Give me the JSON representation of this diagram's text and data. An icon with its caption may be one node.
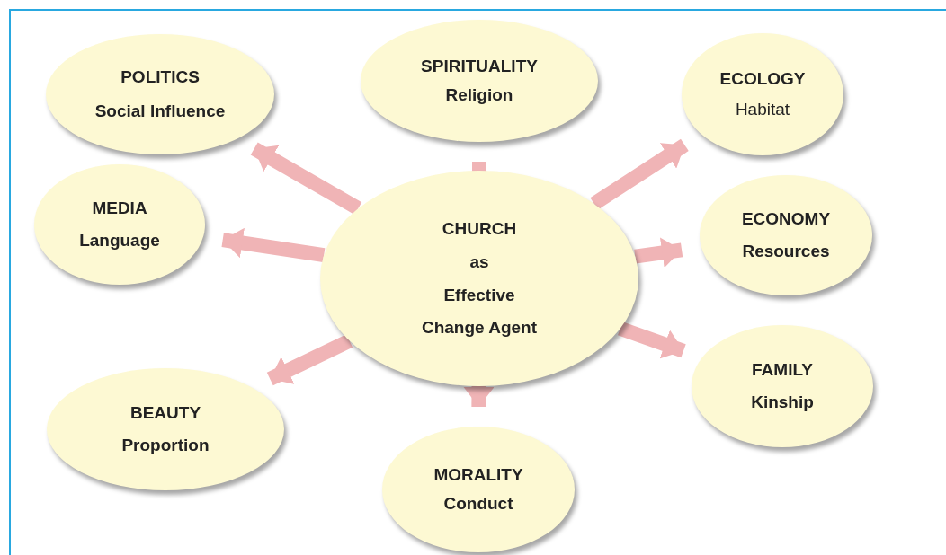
{
  "diagram": {
    "nodes": [
      {
        "text": [
          "CHURCH",
          "as",
          "Effective",
          "Change Agent"
        ]
      },
      {
        "text": [
          "POLITICS",
          "Social Influence"
        ]
      },
      {
        "text": [
          "SPIRITUALITY",
          "Religion"
        ]
      },
      {
        "text": [
          "ECOLOGY",
          "Habitat"
        ]
      },
      {
        "text": [
          "MEDIA",
          "Language"
        ]
      },
      {
        "text": [
          "ECONOMY",
          "Resources"
        ]
      },
      {
        "text": [
          "BEAUTY",
          "Proportion"
        ]
      },
      {
        "text": [
          "MORALITY",
          "Conduct"
        ]
      },
      {
        "text": [
          "FAMILY",
          "Kinship"
        ]
      }
    ],
    "edges": [
      {
        "from": 0,
        "to": 1,
        "arrow": "to"
      },
      {
        "from": 0,
        "to": 2,
        "arrow": "to"
      },
      {
        "from": 0,
        "to": 3,
        "arrow": "to"
      },
      {
        "from": 0,
        "to": 4,
        "arrow": "to"
      },
      {
        "from": 0,
        "to": 5,
        "arrow": "to"
      },
      {
        "from": 0,
        "to": 6,
        "arrow": "to"
      },
      {
        "from": 0,
        "to": 7,
        "arrow": "to"
      },
      {
        "from": 0,
        "to": 8,
        "arrow": "to"
      }
    ]
  }
}
